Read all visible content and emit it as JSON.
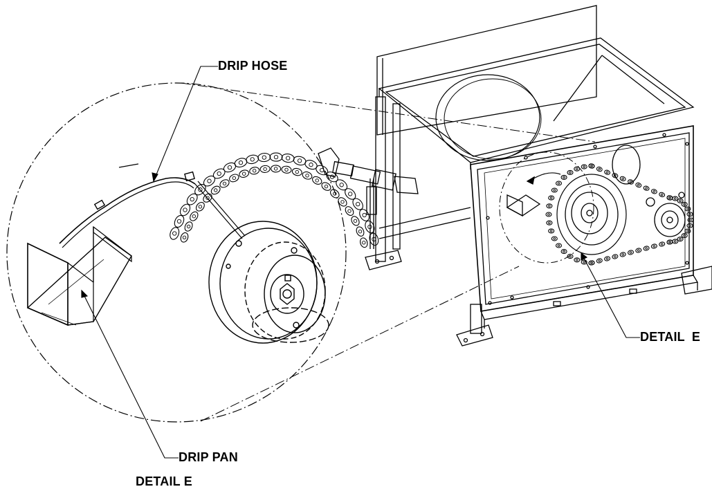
{
  "callouts": {
    "drip_hose": "DRIP HOSE",
    "drip_pan": "DRIP PAN",
    "detail_e_ref": "DETAIL  E"
  },
  "caption": "DETAIL E",
  "colors": {
    "line": "#000000",
    "background": "#ffffff"
  }
}
